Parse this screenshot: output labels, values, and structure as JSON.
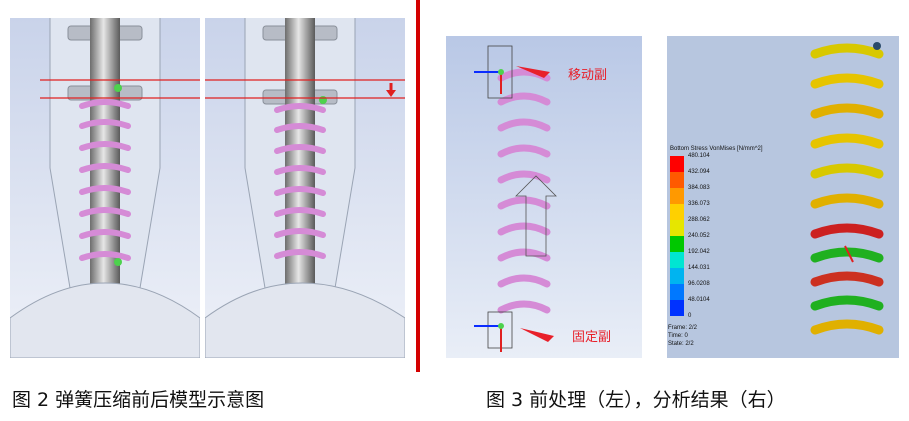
{
  "captions": {
    "fig2": "图 2  弹簧压缩前后模型示意图",
    "fig3": "图 3  前处理（左），分析结果（右）"
  },
  "annotations": {
    "moving_pair": "移动副",
    "fixed_pair": "固定副"
  },
  "legend": {
    "title": "Bottom Stress VonMises [N/mm^2]",
    "ticks": [
      "480.104",
      "432.094",
      "384.083",
      "336.073",
      "288.062",
      "240.052",
      "192.042",
      "144.031",
      "96.0208",
      "48.0104",
      "0"
    ],
    "colors": [
      "#ff0000",
      "#ff5a00",
      "#ff9900",
      "#ffd000",
      "#e6e600",
      "#00c800",
      "#00e6d2",
      "#00b4f0",
      "#0078ff",
      "#0032ff"
    ]
  },
  "status": {
    "frame": "Frame: 2/2",
    "time": "Time: 0",
    "state": "State: 2/2"
  }
}
